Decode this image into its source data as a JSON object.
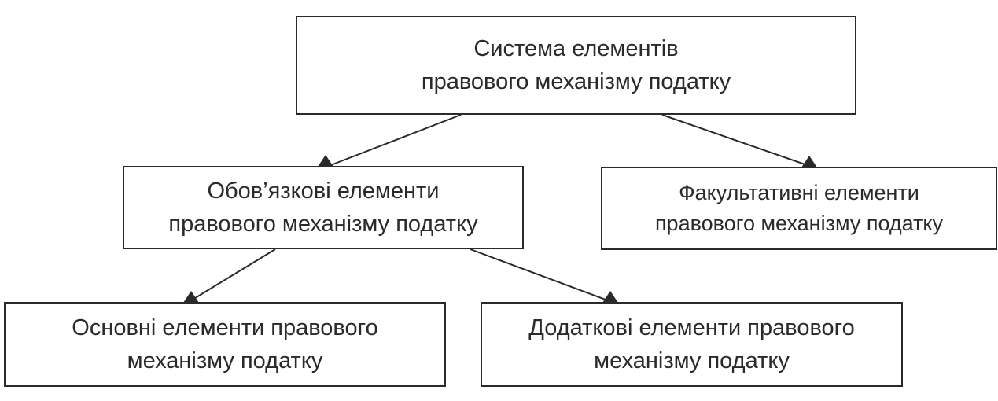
{
  "diagram": {
    "root": {
      "line1": "Система елементів",
      "line2": "правового механізму податку"
    },
    "mandatory": {
      "line1": "Обов’язкові елементи",
      "line2": "правового механізму податку"
    },
    "optional": {
      "line1": "Факультативні елементи",
      "line2": "правового механізму податку"
    },
    "basic": {
      "line1": "Основні елементи правового",
      "line2": "механізму податку"
    },
    "additional": {
      "line1": "Додаткові елементи правового",
      "line2": "механізму податку"
    }
  },
  "colors": {
    "stroke": "#2a2a2a",
    "background": "#ffffff"
  }
}
